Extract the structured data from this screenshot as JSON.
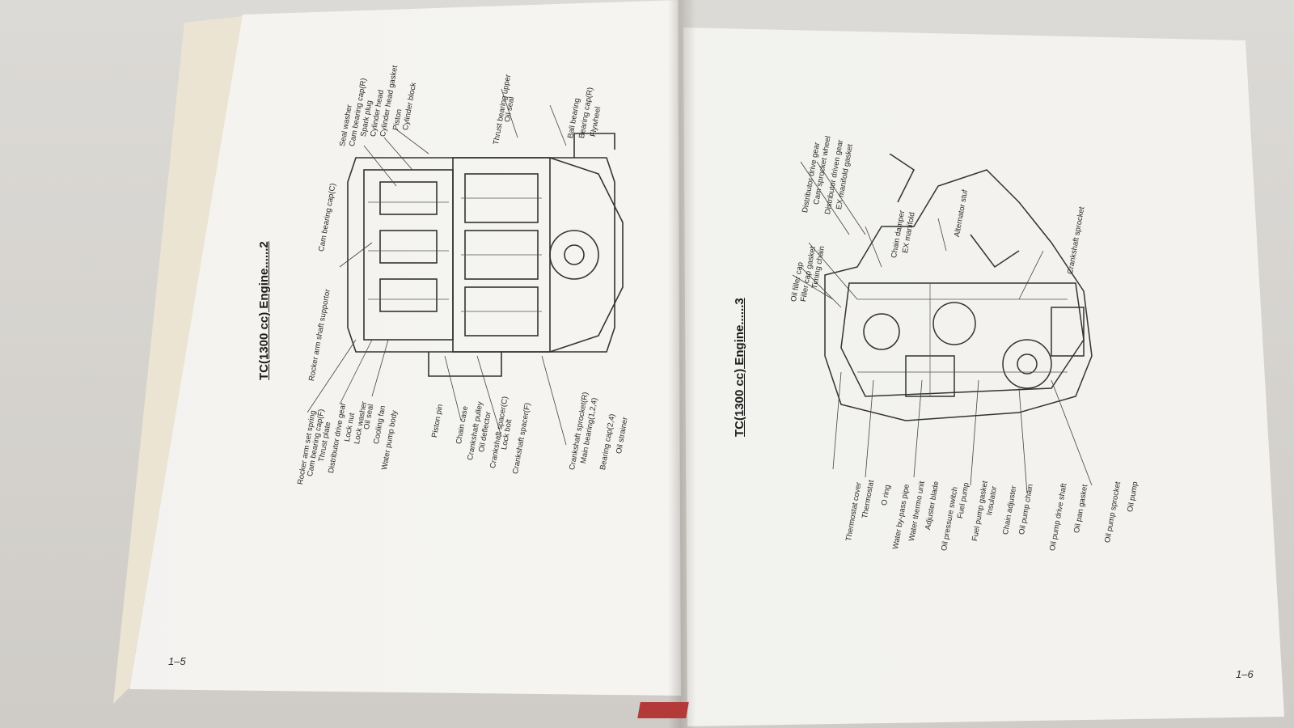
{
  "left_page": {
    "title": "TC(1300 cc) Engine......2",
    "page_number": "1–5",
    "labels_top": [
      "Cam bearing cap(C)",
      "Seal washer",
      "Cam bearing cap(R)",
      "Spark plug",
      "Cylinder head",
      "Cylinder head gasket",
      "Piston",
      "Cylinder block",
      "Thrust bearing upper",
      "Oil seal",
      "Ball bearing",
      "Bearing cap(R)",
      "Flywheel"
    ],
    "labels_bottom": [
      "Rocker arm shaft supportor",
      "Rocker arm set spring",
      "Cam bearing cap(F)",
      "Thrust plate",
      "Distributor drive gear",
      "Lock nut",
      "Lock washer",
      "Oil seal",
      "Cooling fan",
      "Water pump body",
      "Piston pin",
      "Chain case",
      "Crankshaft pulley",
      "Oil deflector",
      "Crankshaft spacer(C)",
      "Lock bolt",
      "Crankshaft spacer(F)",
      "Crankshaft sprocket(R)",
      "Main bearing(1,2,4)",
      "Bearing cap(2,4)",
      "Oil strainer"
    ]
  },
  "right_page": {
    "title": "TC(1300 cc) Engine......3",
    "page_number": "1–6",
    "labels_top": [
      "Oil filler cap",
      "Filler cap gasket",
      "Timing chain",
      "Distributor drive gear",
      "Cam sprocket wheel",
      "Distributor driven gear",
      "EX manifold gasket",
      "Chain damper",
      "EX manifold",
      "Alternator stuf",
      "Crankshaft sprocket"
    ],
    "labels_bottom": [
      "Thermostat cover",
      "Thermostat",
      "O ring",
      "Water by-pass pipe",
      "Water thermo unit",
      "Adjuster blade",
      "Oil pressure switch",
      "Fuel pump",
      "Fuel pump gasket",
      "Insulator",
      "Chain adjuster",
      "Oil pump chain",
      "Oil pump drive shaft",
      "Oil pan gasket",
      "Oil pump sprocket",
      "Oil pump"
    ]
  },
  "colors": {
    "paper": "#f3f2ef",
    "ink": "#2a2a2a",
    "cover": "#ece4d3",
    "spine_red": "#b43a3a"
  }
}
